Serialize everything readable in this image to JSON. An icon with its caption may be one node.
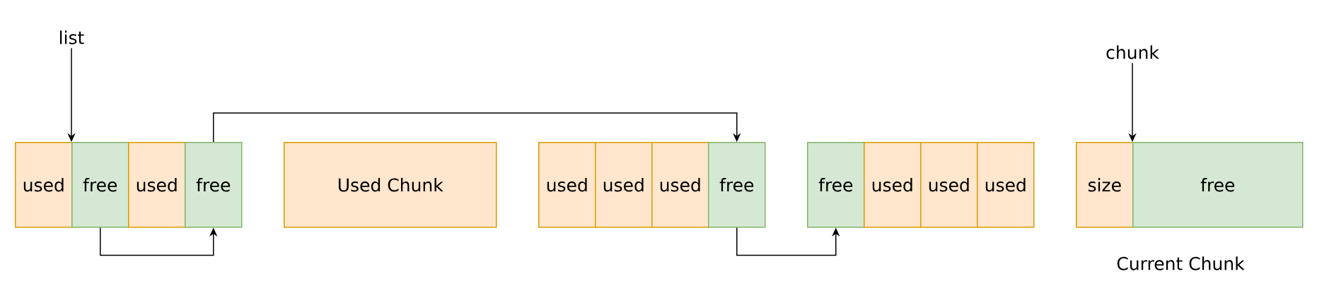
{
  "diagram": {
    "nodes": [
      {
        "text": [
          "list"
        ]
      },
      {
        "text": [
          "used"
        ]
      },
      {
        "text": [
          "free"
        ]
      },
      {
        "text": [
          "used"
        ]
      },
      {
        "text": [
          "free"
        ]
      },
      {
        "text": [
          "Used Chunk"
        ]
      },
      {
        "text": [
          "used"
        ]
      },
      {
        "text": [
          "used"
        ]
      },
      {
        "text": [
          "used"
        ]
      },
      {
        "text": [
          "free"
        ]
      },
      {
        "text": [
          "free"
        ]
      },
      {
        "text": [
          "used"
        ]
      },
      {
        "text": [
          "used"
        ]
      },
      {
        "text": [
          "used"
        ]
      },
      {
        "text": [
          "chunk"
        ]
      },
      {
        "text": [
          "size"
        ]
      },
      {
        "text": [
          "free"
        ]
      }
    ],
    "edges": [
      {
        "from": 0,
        "to": 2,
        "arrow": "to"
      },
      {
        "from": 2,
        "to": 4,
        "arrow": "to"
      },
      {
        "from": 4,
        "to": 9,
        "arrow": "to"
      },
      {
        "from": 9,
        "to": 10,
        "arrow": "to"
      },
      {
        "from": 14,
        "to": 16,
        "arrow": "to"
      }
    ],
    "labels": [
      "Current Chunk"
    ]
  }
}
